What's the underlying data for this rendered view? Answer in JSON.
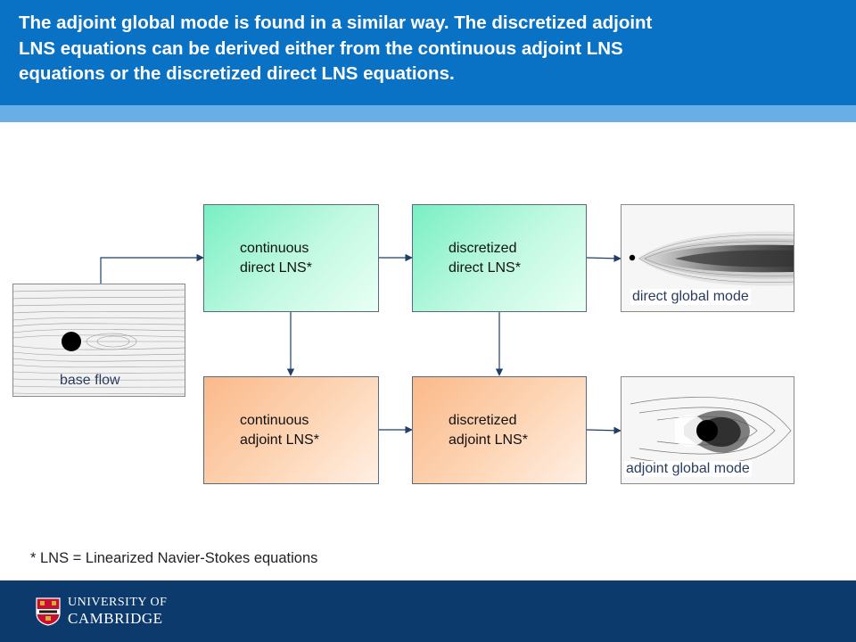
{
  "slide": {
    "header_text": "The adjoint global mode is found in a similar way. The discretized adjoint\nLNS equations can be derived either from the continuous adjoint LNS\nequations or the discretized direct LNS equations.",
    "footnote": "* LNS = Linearized Navier-Stokes equations"
  },
  "diagram": {
    "base_flow_label": "base flow",
    "boxes": {
      "continuous_direct": "continuous\ndirect LNS*",
      "discretized_direct": "discretized\ndirect LNS*",
      "continuous_adjoint": "continuous\nadjoint LNS*",
      "discretized_adjoint": "discretized\nadjoint LNS*"
    },
    "direct_mode_label": "direct global mode",
    "adjoint_mode_label": "adjoint global mode"
  },
  "footer": {
    "university_line1": "UNIVERSITY OF",
    "university_line2": "CAMBRIDGE"
  },
  "colors": {
    "header_blue": "#0a72c4",
    "header_strip": "#6aaee6",
    "footer_navy": "#0c3a6c",
    "direct_box_green": "#78efc4",
    "adjoint_box_orange": "#fbb98a",
    "arrow": "#1f3f66"
  }
}
